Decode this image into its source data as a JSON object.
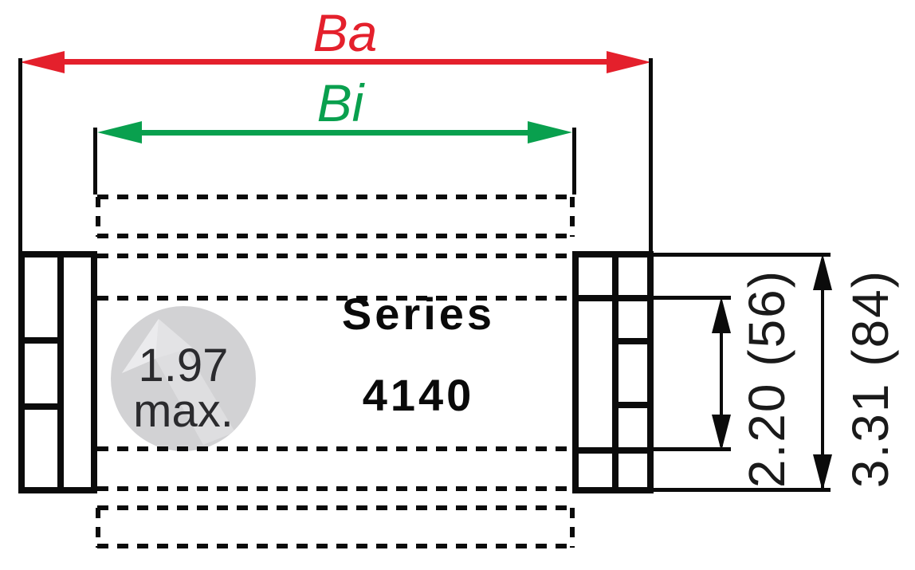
{
  "drawing": {
    "series": {
      "word": "Series",
      "number": "4140"
    },
    "width_outer": {
      "label": "Ba"
    },
    "width_inner": {
      "label": "Bi"
    },
    "height_inner": {
      "label": "2.20 (56)"
    },
    "height_outer": {
      "label": "3.31 (84)"
    },
    "bend_note": {
      "value": "1.97",
      "qualifier": "max."
    },
    "colors": {
      "outer_width_arrow": "#e4202c",
      "inner_width_arrow": "#09a04e",
      "outline": "#0b0b0b",
      "note_circle_fill": "#d2d2d4"
    }
  }
}
